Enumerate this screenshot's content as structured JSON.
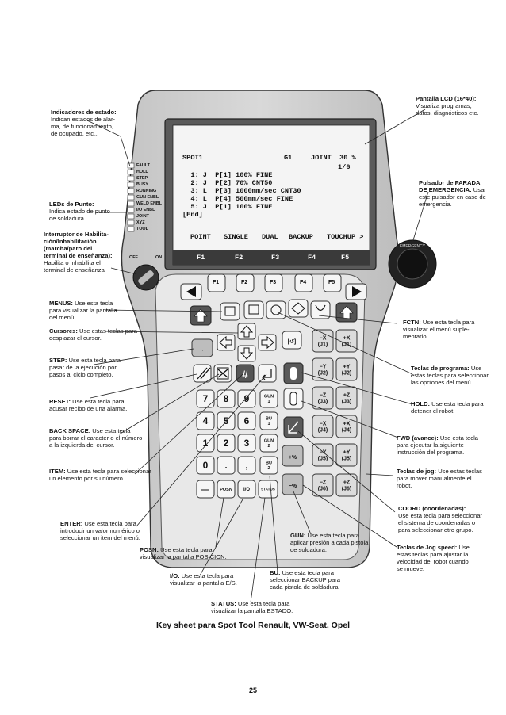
{
  "labels": {
    "indicadores": {
      "title": "Indicadores de estado:",
      "desc": "Indican estados de alar-\nma, de funcionamiento,\nde ocupado, etc..."
    },
    "leds": {
      "title": "LEDs de Punto:",
      "desc": "Indica estado de punto\nde soldadura."
    },
    "interruptor": {
      "title": "Interruptor de Habilita-\nción/Inhabilitación\n(marcha/paro del\nterminal de enseñanza):",
      "desc": "Habilita o inhabilita el\nterminal de enseñanza"
    },
    "menus": {
      "title": "MENUS:",
      "desc": " Use esta tecla\npara visualizar la pantalla\ndel menú"
    },
    "cursores": {
      "title": "Cursores:",
      "desc": " Use estas teclas para\ndesplazar el cursor."
    },
    "step": {
      "title": "STEP:",
      "desc": " Use esta tecla para\npasar de la ejecución por\npasos al ciclo completo."
    },
    "reset": {
      "title": "RESET:",
      "desc": " Use esta tecla para\nacusar recibo de una alarma."
    },
    "backspace": {
      "title": "BACK SPACE:",
      "desc": " Use esta tecla\npara borrar el caracter o el número\na la izquierda del cursor."
    },
    "item": {
      "title": "ITEM:",
      "desc": " Use esta tecla para seleccionar\nun elemento por su número."
    },
    "enter": {
      "title": "ENTER:",
      "desc": " Use esta tecla para\nintroducir un valor numérico o\nseleccionar un item del menú."
    },
    "posn": {
      "title": "POSN:",
      "desc": " Use esta tecla para\nvisualizar la pantalla POSICION."
    },
    "io": {
      "title": "I/O:",
      "desc": " Use esta tecla para\nvisualizar la pantalla E/S."
    },
    "status": {
      "title": "STATUS:",
      "desc": " Use esta tecla para\nvisualizar la pantalla ESTADO."
    },
    "bu": {
      "title": "BU:",
      "desc": " Use esta tecla para\nseleccionar BACKUP para\ncada pistola de soldadura."
    },
    "gun": {
      "title": "GUN:",
      "desc": " Use esta tecla para\naplicar presión a cada pistola\nde soldadura."
    },
    "lcd": {
      "title": "Pantalla LCD (16*40):",
      "desc": "Visualiza programas,\ndatos, diagnósticos etc."
    },
    "parada": {
      "title": "Pulsador de PARADA\nDE EMERGENCIA:",
      "desc": " Usar\neste pulsador en caso de\nemergencia."
    },
    "fctn": {
      "title": "FCTN:",
      "desc": " Use esta tecla para\nvisualizar el menú suple-\nmentario."
    },
    "programa": {
      "title": "Teclas de programa:",
      "desc": " Use\nestas teclas para seleccionar\nlas opciones del menú."
    },
    "hold": {
      "title": "HOLD:",
      "desc": " Use esta tecla para\ndetener el robot."
    },
    "fwd": {
      "title": "FWD (avance):",
      "desc": " Use esta tecla\npara ejecutar la siguiente\ninstrucción del programa."
    },
    "jog": {
      "title": "Teclas de jog:",
      "desc": " Use estas teclas\npara mover manualmente el\nrobot."
    },
    "coord": {
      "title": "COORD (coordenadas):",
      "desc": "Use esta tecla para seleccionar\nel sistema de coordenadas o\npara seleccionar otro grupo."
    },
    "jogspeed": {
      "title": "Teclas de Jog speed:",
      "desc": " Use\nestas teclas para ajustar la\nvelocidad del robot cuando\nse mueve."
    }
  },
  "screen": {
    "header_left": "SPOT1",
    "header_mid": "G1",
    "header_right": "JOINT  30 %",
    "page": "1/6",
    "lines": [
      "  1: J  P[1] 100% FINE",
      "  2: J  P[2] 70% CNT50",
      "  3: L  P[3] 1000mm/sec CNT30",
      "  4: L  P[4] 500mm/sec FINE",
      "  5: J  P[1] 100% FINE",
      "[End]"
    ],
    "softkeys": [
      "POINT",
      "SINGLE",
      "DUAL",
      "BACKUP",
      "TOUCHUP >"
    ],
    "fkeys": [
      "F1",
      "F2",
      "F3",
      "F4",
      "F5"
    ]
  },
  "indicators": [
    "FAULT",
    "HOLD",
    "STEP",
    "BUSY",
    "RUNNING",
    "GUN ENBL",
    "WELD ENBL",
    "I/O ENBL",
    "JOINT",
    "XYZ",
    "TOOL"
  ],
  "switch": {
    "off": "OFF",
    "on": "ON"
  },
  "keys": {
    "f_row": [
      "F1",
      "F2",
      "F3",
      "F4",
      "F5"
    ],
    "digits": [
      "7",
      "8",
      "9",
      "4",
      "5",
      "6",
      "1",
      "2",
      "3",
      "0",
      ".",
      ","
    ],
    "gun": "GUN\n1",
    "bu1": "BU\n1",
    "gun2": "GUN\n2",
    "bu2": "BU\n2",
    "minus": "—",
    "posn": "POSN",
    "io": "I/O",
    "status": "STATUS",
    "jog_plus": [
      "+X\n(J1)",
      "+Y\n(J2)",
      "+Z\n(J3)",
      "+X\n(J4)",
      "+Y\n(J5)",
      "+Z\n(J6)"
    ],
    "jog_minus": [
      "−X\n(J1)",
      "−Y\n(J2)",
      "−Z\n(J3)",
      "−X\n(J4)",
      "−Y\n(J5)",
      "−Z\n(J6)"
    ]
  },
  "caption": "Key sheet para Spot Tool Renault, VW-Seat, Opel",
  "page_number": "25"
}
